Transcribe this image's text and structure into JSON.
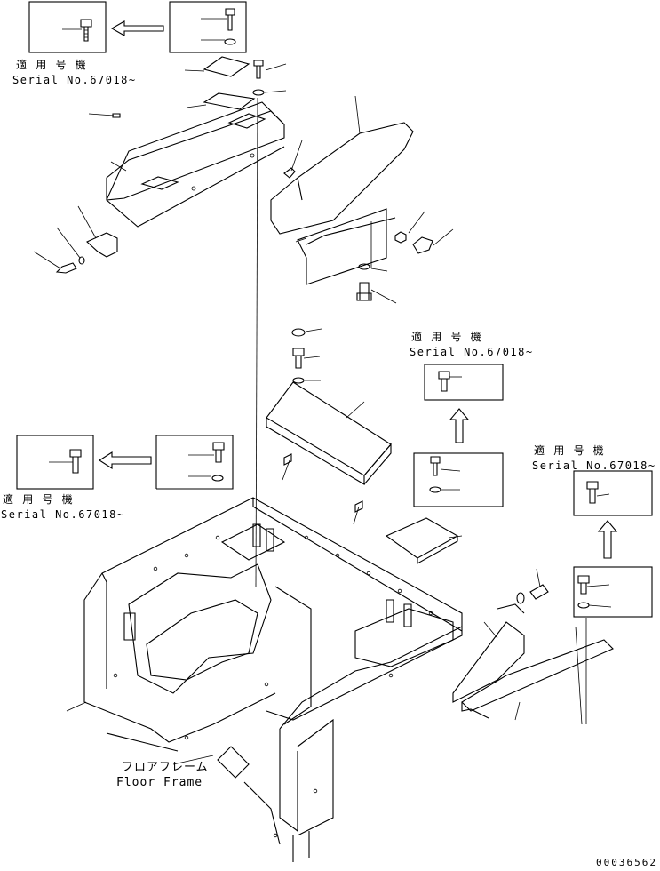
{
  "notes": [
    {
      "id": "n1",
      "jp": "適 用 号 機",
      "en": "Serial No.67018~"
    },
    {
      "id": "n2",
      "jp": "適 用 号 機",
      "en": "Serial No.67018~"
    },
    {
      "id": "n3",
      "jp": "適 用 号 機",
      "en": "Serial No.67018~"
    },
    {
      "id": "n4",
      "jp": "適 用 号 機",
      "en": "Serial No.67018~"
    }
  ],
  "floor_frame": {
    "jp": "フロアフレーム",
    "en": "Floor Frame"
  },
  "drawing_number": "00036562",
  "icons": [
    "bolt-icon",
    "washer-icon",
    "nut-icon",
    "arrow-icon"
  ]
}
